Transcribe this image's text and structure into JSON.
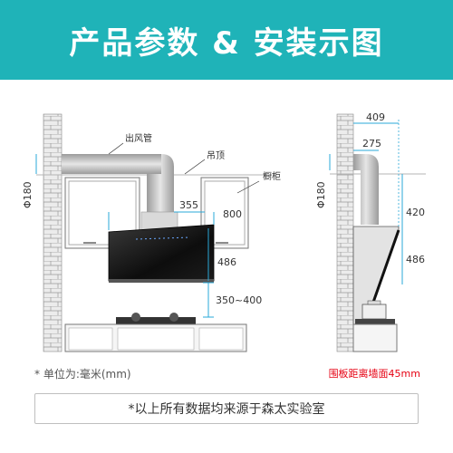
{
  "header": {
    "title": "产品参数 & 安装示图"
  },
  "front_view": {
    "labels": {
      "duct": "出风管",
      "ceiling": "吊顶",
      "cabinet": "橱柜"
    },
    "dimensions": {
      "duct_diameter": "Φ180",
      "depth": "355",
      "width": "800",
      "height": "486",
      "install_height": "350~400"
    }
  },
  "side_view": {
    "dimensions": {
      "top_depth": "409",
      "duct_offset": "275",
      "duct_diameter": "Φ180",
      "upper_height": "420",
      "lower_height": "486"
    }
  },
  "footer": {
    "unit_note": "* 单位为:毫米(mm)",
    "wall_note": "围板距离墙面45mm",
    "disclaimer": "*以上所有数据均来源于森太实验室"
  },
  "colors": {
    "header_bg": "#1fb3b8",
    "accent_red": "#e60012",
    "dimension_blue": "#2aa8d8"
  }
}
